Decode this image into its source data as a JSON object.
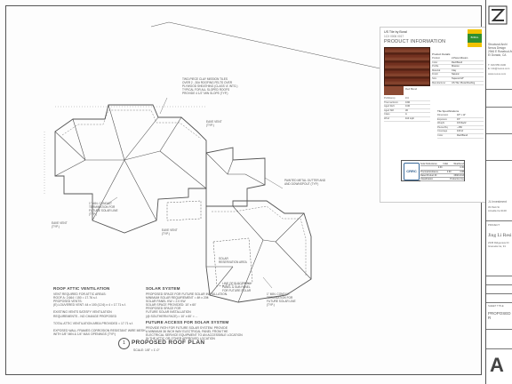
{
  "plan": {
    "number": "1",
    "title": "PROPOSED ROOF PLAN",
    "scale": "SCALE: 1/8\" = 1'-0\""
  },
  "notes": {
    "attic": {
      "title": "ROOF ATTIC VENTILATION",
      "body": "VENT REQUIRED FOR ATTIC AREAS:\nROOF A: 2,664 / 150 = 17.76 s.f.\nPROPOSED VENTS:\n(E) LOUVERED VENT: 44 x 100 (12.6) x 4 = 17.71 s.f.\n\nEXISTING VENTS SATISFY VENTILATION\nREQUIREMENTS - NO CHANGE PROPOSED\n\nTOTAL ATTIC VENTILATION AREA PROVIDED = 17.71 s.f.\n\nEXPOSED WALL FRAMES CORROSION RESISTANT WIRE MESH\nWITH 1/8\" MIN & 1/4\" MAX OPENINGS (TYP.)"
    },
    "solar": {
      "title": "SOLAR SYSTEM",
      "body": "PROPOSED SPACE FOR FUTURE SOLAR INSTALLATION.\nMINIMUM SOLAR REQUIREMENT = 4ft x 20ft\nSOLAR PANEL KW = 2.0 KW\nSOLAR SPACE PROVIDED: 10' x 60'\nPROPOSED SPACE FOR\nFUTURE SOLAR INSTALLATION\n(@ SOUTHERN FACE) = 10' x 60' = ..."
    },
    "future": {
      "title": "FUTURE ACCESS FOR SOLAR SYSTEM",
      "body": "PROVIDE PATH FOR FUTURE SOLAR SYSTEM. PROVIDE\nA MINIMUM 36 INCH WAY ELECTRICAL PANEL FROM THE\nELECTRICAL SERVICE EQUIPMENT TO AN ACCESSIBLE LOCATION\nIN THE ATTIC OR OTHER APPROVED LOCATION"
    }
  },
  "callouts": {
    "tile": "TWO-PIECE CLAY MISSION TILES\nOVER 2 - 30# ROOFING FELTS OVER\nPLYWOOD SHEATHING (CLASS 'A' INTG.)\nTYPICAL FOR ALL SLOPED ROOFS\nPROVIDE 4 1/2\" MIN SLOPE (TYP.)",
    "gutter": "PAINTED METAL GUTTER AND\nAND DOWNSPOUT (TYP.)",
    "conduit1": "1\" MIN. CONDUIT\nTERMINATION FOR\nFUTURE SOLAR LINE\n(TYP.)",
    "conduit2": "1\" MIN. CONDUIT\nTERMINATION FOR\nFUTURE SOLAR LINE\n(TYP.)",
    "panel": "LINE OF ELECTRICAL\nPANEL & SUB PANEL\nFOR FUTURE SOLAR",
    "eave": "EAVE VENT\n(TYP.)",
    "eave2": "EAVE VENT\n(TYP.)",
    "eave3": "EAVE VENT\n(TYP.)",
    "reservation": "SOLAR\nRESERVATION AREA"
  },
  "product": {
    "brand": "US Tile by Boral",
    "id": "1CX 0006 0017",
    "title": "PRODUCT INFORMATION",
    "logo": "BORAL",
    "specs_head": "Product Details",
    "specs": [
      [
        "Product",
        "2-Piece Mission"
      ],
      [
        "Color",
        "Red Blend"
      ],
      [
        "Profile",
        "Mission"
      ],
      [
        "Material",
        "Clay"
      ],
      [
        "Finish",
        "Natural"
      ],
      [
        "Size",
        "Tapered 18\""
      ],
      [
        "Manufacturer",
        "US Tile / Boral Roofing"
      ]
    ],
    "thumb_label": "Red Blend",
    "perf": [
      [
        "Proficiency",
        "3.4"
      ],
      [
        "Thermal Emit.",
        "0.90"
      ],
      [
        "Aged Refl.",
        "0.30"
      ],
      [
        "Aged SRI",
        "30"
      ],
      [
        "Class",
        "A"
      ],
      [
        "Wind",
        "110 mph"
      ]
    ],
    "right_head": "Tile Specifications",
    "right": [
      [
        "Dimension",
        "18\" x 11\""
      ],
      [
        "Exposure",
        "15\""
      ],
      [
        "Weight",
        "9.8 lbs/sf"
      ],
      [
        "Pieces/Sq",
        "~150"
      ],
      [
        "Coverage",
        "100 sf"
      ],
      [
        "Color",
        "Red Blend"
      ]
    ]
  },
  "crrc": {
    "logo": "CRRC",
    "rows": [
      [
        "Solar Reflectance",
        "Initial",
        "Weathered"
      ],
      [
        "",
        "0.33",
        "0.30"
      ],
      [
        "Thermal Emittance",
        "0.90",
        "0.88"
      ],
      [
        "Rated Product ID",
        "0668-0013",
        ""
      ],
      [
        "Classification",
        "Production line",
        ""
      ]
    ]
  },
  "title_block": {
    "firm": "Structural Archi\nNexus Design\n2946 E Rosebud Ave\nEl Dorado, CA",
    "firm_contact": "T: 916.555.0100\nE: info@nexus.com",
    "website": "www.nexus.com",
    "client_label": "JL Investment",
    "client_addr": "33 Park St\nArcadia Ca 9100",
    "project_label": "PROJECT",
    "client": "Jing Li Resi",
    "client_addr2": "2345 Ridgeview Dr\nGranada Ca, 91",
    "sheet_title": "SHEET TITLE",
    "proposed": "PROPOSED R",
    "sheet_no": "A"
  },
  "colors": {
    "line": "#555555",
    "tile_photo": "#7a3522",
    "logo_green": "#2f8f2f",
    "logo_yellow": "#f2c200"
  }
}
